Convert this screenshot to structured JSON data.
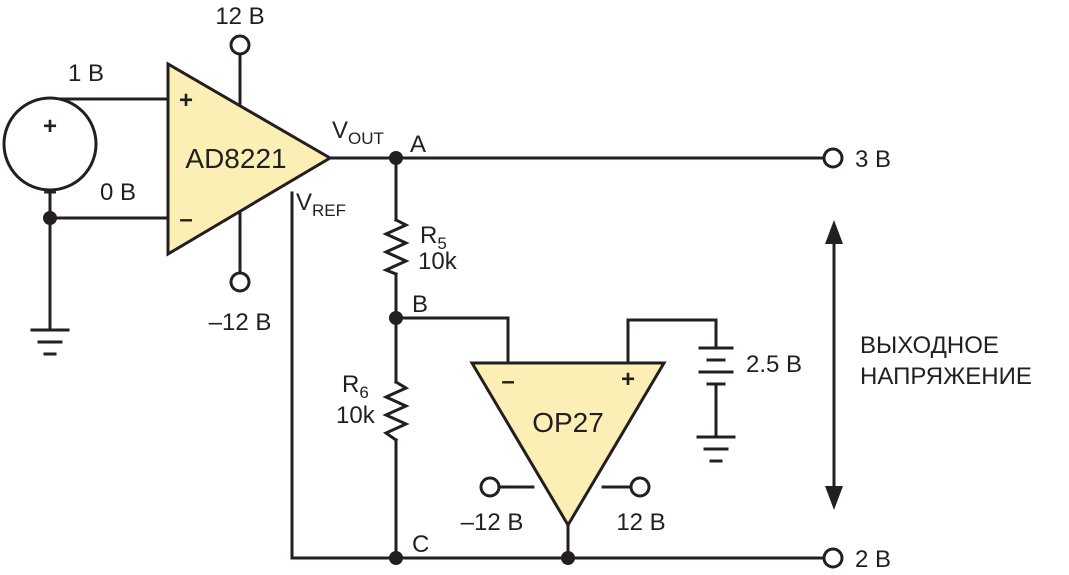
{
  "colors": {
    "amplifier_fill": "#fbefb6",
    "line": "#231f20",
    "background": "#ffffff"
  },
  "components": {
    "instrumentation_amp": {
      "name": "AD8221",
      "supply_positive": "12 В",
      "supply_negative": "–12 В",
      "input_plus_sign": "+",
      "input_minus_sign": "–"
    },
    "op_amp": {
      "name": "OP27",
      "supply_negative": "–12 В",
      "supply_positive": "12 В",
      "input_minus_sign": "–",
      "input_plus_sign": "+"
    },
    "resistor_r5": {
      "designator": "R",
      "subscript": "5",
      "value": "10k"
    },
    "resistor_r6": {
      "designator": "R",
      "subscript": "6",
      "value": "10k"
    },
    "battery": {
      "value": "2.5 В"
    },
    "source": {
      "plus_sign": "+",
      "minus_sign": "–"
    }
  },
  "labels": {
    "input_high": "1 В",
    "input_low": "0 В",
    "vout_main": "V",
    "vout_sub": "OUT",
    "vref_main": "V",
    "vref_sub": "REF",
    "node_a": "A",
    "node_b": "B",
    "node_c": "C",
    "output_top": "3 В",
    "output_bottom": "2 В",
    "output_voltage_line1": "ВЫХОДНОЕ",
    "output_voltage_line2": "НАПРЯЖЕНИЕ"
  }
}
